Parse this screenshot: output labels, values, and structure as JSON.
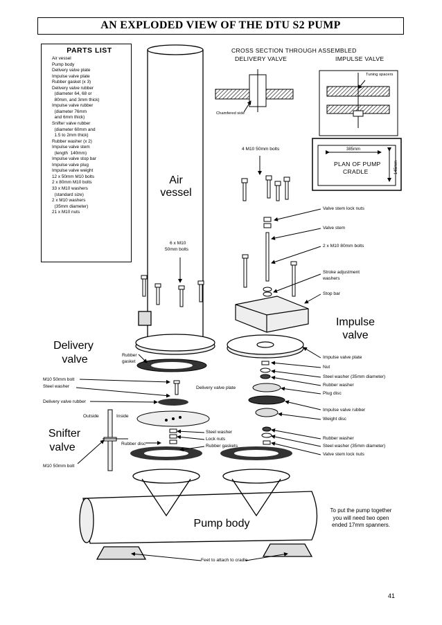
{
  "title": "AN EXPLODED VIEW OF THE DTU S2 PUMP",
  "parts_list": {
    "heading": "PARTS LIST",
    "items": [
      "Air vessel",
      "Pump body",
      "Delivery valve plate",
      "Impulse valve plate",
      "Rubber gasket (x 3)",
      "Delivery valve rubber",
      "  (diameter 64, 68 or",
      "  80mm, and 3mm thick)",
      "Impulse valve rubber",
      "  (diameter 76mm",
      "  and 6mm thick)",
      "Snifter valve rubber",
      "  (diameter 60mm and",
      "  1.5 to 2mm thick)",
      "Rubber washer (x 2)",
      "Impulse valve stem",
      "  (length  140mm)",
      "Impulse valve stop bar",
      "Impulse valve plug",
      "Impulse valve weight",
      "12 x 50mm M10 bolts",
      "2 x 80mm M10 bolts",
      "33 x M10 washers",
      "  (standard size)",
      "2 x M10 washers",
      "  (35mm diameter)",
      "21 x M10 nuts"
    ]
  },
  "cross_section": {
    "heading": "CROSS SECTION THROUGH ASSEMBLED",
    "delivery_valve": "DELIVERY VALVE",
    "impulse_valve": "IMPULSE VALVE",
    "tuning_spacers": "Tuning spacers",
    "chamfered_side": "Chamfered side"
  },
  "cradle": {
    "dimension_width": "385mm",
    "dimension_height": "145mm",
    "label_line1": "PLAN OF PUMP",
    "label_line2": "CRADLE"
  },
  "big_labels": {
    "air_vessel_1": "Air",
    "air_vessel_2": "vessel",
    "impulse_valve_1": "Impulse",
    "impulse_valve_2": "valve",
    "delivery_valve_1": "Delivery",
    "delivery_valve_2": "valve",
    "snifter_valve_1": "Snifter",
    "snifter_valve_2": "valve",
    "pump_body": "Pump body"
  },
  "callouts": {
    "bolts_4_a": "4 M10 50mm bolts",
    "bolts_6_a": "6 x M10",
    "bolts_6_b": "50mm bolts",
    "valve_stem_lock_nuts_top": "Valve stem lock nuts",
    "valve_stem": "Valve stem",
    "bolts_80": "2 x M10 80mm bolts",
    "stroke_adjust_1": "Stroke adjustment",
    "stroke_adjust_2": "washers",
    "stop_bar": "Stop bar",
    "rubber_gasket_1": "Rubber",
    "rubber_gasket_2": "gasket",
    "m10_50mm_bolt": "M10 50mm bolt",
    "steel_washer_left": "Steel washer",
    "delivery_valve_plate": "Delivery valve plate",
    "delivery_valve_rubber": "Delivery valve rubber",
    "outside": "Outside",
    "inside": "Inside",
    "rubber_disc": "Rubber disc",
    "steel_washer_mid": "Steel washer",
    "lock_nuts": "Lock nuts",
    "rubber_gaskets": "Rubber gaskets",
    "m10_50mm_bolt_snifter": "M10 50mm bolt",
    "impulse_valve_plate": "Impulse valve plate",
    "nut": "Nut",
    "steel_washer_35_a": "Steel washer (35mm diameter)",
    "rubber_washer_a": "Rubber washer",
    "plug_disc": "Plug disc",
    "impulse_valve_rubber": "Impulse valve rubber",
    "weight_disc": "Weight disc",
    "rubber_washer_b": "Rubber washer",
    "steel_washer_35_b": "Steel washer (35mm diameter)",
    "valve_stem_lock_nuts_bottom": "Valve stem lock nuts",
    "feet": "Feet to attach to cradle"
  },
  "note": {
    "line1": "To put the pump together",
    "line2": "you will need two open",
    "line3": "ended 17mm spanners."
  },
  "page_number": "41"
}
